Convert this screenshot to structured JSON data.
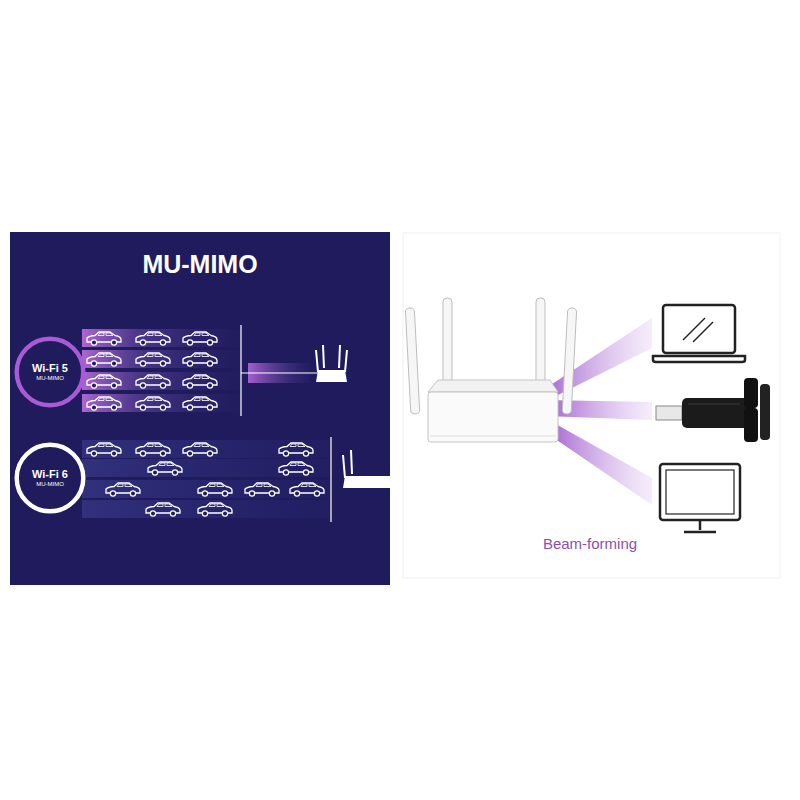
{
  "diagram": {
    "title": "MU-MIMO",
    "nodes": [
      {
        "text": [
          "Wi-Fi 5",
          "MU-MIMO"
        ]
      },
      {
        "text": [
          "Wi-Fi 6",
          "MU-MIMO"
        ]
      }
    ],
    "labels": [
      "Beam-forming"
    ]
  }
}
